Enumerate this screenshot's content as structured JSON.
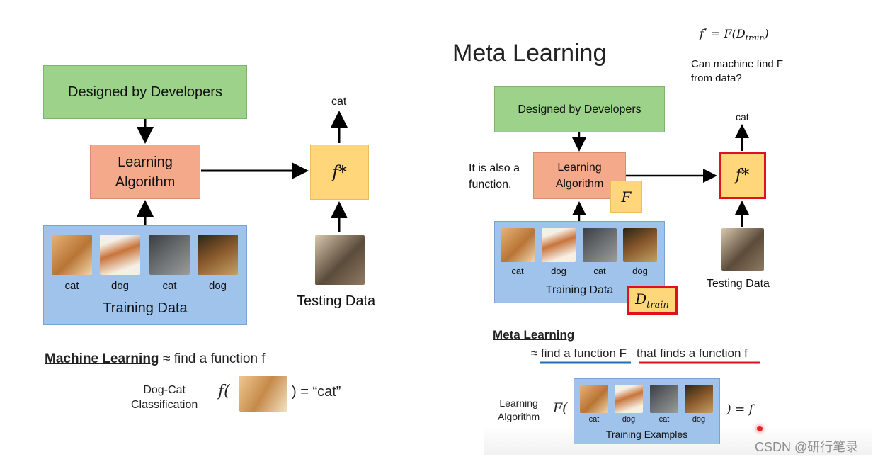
{
  "left": {
    "designed_box": "Designed by Developers",
    "learning_algorithm": "Learning\nAlgorithm",
    "f_star": "f*",
    "cat_output": "cat",
    "training_labels": [
      "cat",
      "dog",
      "cat",
      "dog"
    ],
    "training_data": "Training Data",
    "testing_data": "Testing Data",
    "ml_heading": "Machine Learning",
    "ml_def": "≈ find a function f",
    "dogcat": "Dog-Cat\nClassification",
    "f_open": "f(",
    "f_close": ") = “cat”"
  },
  "right": {
    "title": "Meta Learning",
    "formula": "f* = F(D_train)",
    "question": "Can machine find F\nfrom data?",
    "designed_box": "Designed by Developers",
    "note": "It is also a\nfunction.",
    "learning_algorithm": "Learning\nAlgorithm",
    "F": "F",
    "f_star": "f*",
    "cat_output": "cat",
    "training_labels": [
      "cat",
      "dog",
      "cat",
      "dog"
    ],
    "training_data": "Training Data",
    "d_train": "D_train",
    "testing_data": "Testing Data",
    "meta_heading": "Meta Learning",
    "meta_def_a": "≈ find a function F",
    "meta_def_b": "that finds a function f",
    "learning_algorithm_small": "Learning\nAlgorithm",
    "F_open": "F(",
    "example_labels": [
      "cat",
      "dog",
      "cat",
      "dog"
    ],
    "training_examples": "Training Examples",
    "eq_f": ") = f"
  },
  "watermark": "CSDN @研行笔录",
  "colors": {
    "green": "#9cd28a",
    "salmon": "#f4a98a",
    "yellow": "#ffd77a",
    "blue": "#9fc3ea",
    "red": "#e0111b",
    "underline_blue": "#1f6fb5"
  }
}
